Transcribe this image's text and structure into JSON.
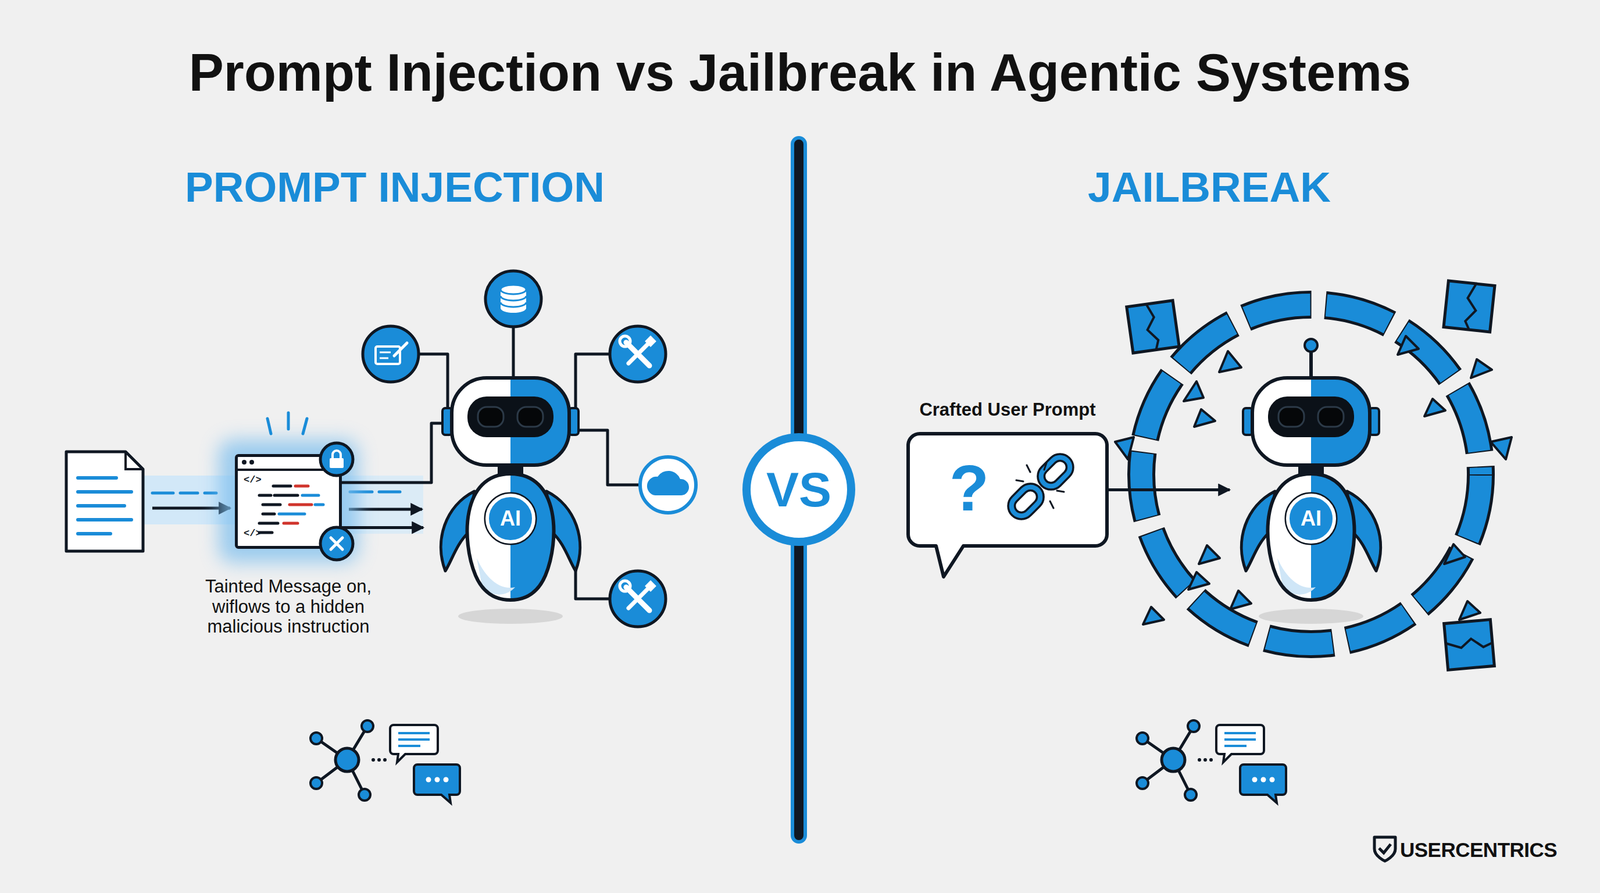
{
  "diagram": {
    "title": "Prompt Injection vs Jailbreak in Agentic Systems",
    "nodes": [
      {
        "text": [
          "</>",
          "</>",
          "Tainted Message on, wiflows to a hidden malicious instruction"
        ]
      },
      {
        "text": [
          "AI"
        ]
      },
      {
        "text": [
          "VS"
        ]
      },
      {
        "text": [
          "Crafted User Prompt",
          "?"
        ]
      },
      {
        "text": [
          "AI"
        ]
      }
    ],
    "edges": [
      {
        "from": 0,
        "to": 1,
        "arrow": "to"
      },
      {
        "from": 3,
        "to": 4,
        "arrow": "to"
      }
    ],
    "labels": [
      "PROMPT INJECTION",
      "JAILBREAK",
      "USERCENTRICS"
    ]
  }
}
